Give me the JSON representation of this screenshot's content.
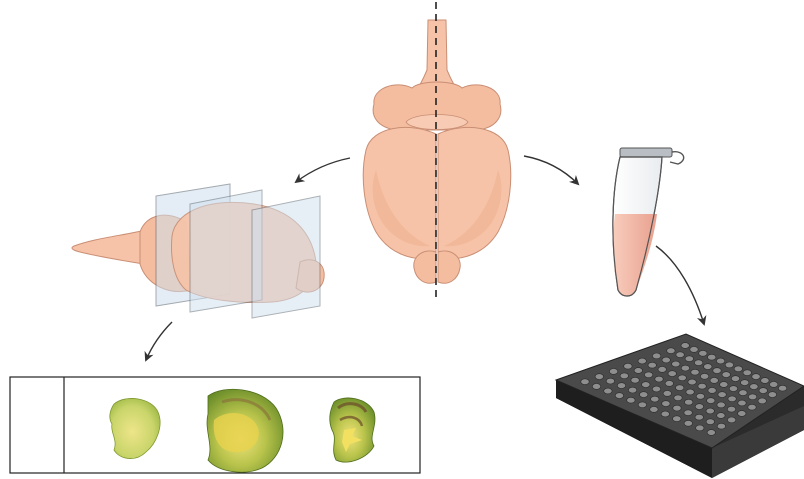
{
  "diagram": {
    "subject": "brain-dissection-workflow",
    "colors": {
      "brain_fill": "#f6c3a8",
      "brain_shade": "#eaa98a",
      "brain_outline": "#c98e74",
      "plane_fill": "#cfe0ee",
      "plane_edge": "#5a6570",
      "cut_line": "#222222",
      "arrow": "#333333",
      "tube_cap": "#b9bec4",
      "tube_liquid": "#f0b7a5",
      "plate_top": "#4a4a4a",
      "plate_well": "#8e8e8e",
      "stain_green": "#8fb83a",
      "stain_yellow": "#e7e37a",
      "stain_dark": "#6b7a32"
    },
    "nodes": [
      {
        "id": "whole-brain-dorsal",
        "icon": "brain-dorsal-icon"
      },
      {
        "id": "brain-sagittal-with-planes",
        "icon": "brain-sections-icon"
      },
      {
        "id": "microscope-slide",
        "icon": "slide-icon",
        "sections": 3
      },
      {
        "id": "microcentrifuge-tube",
        "icon": "tube-icon"
      },
      {
        "id": "well-plate",
        "icon": "96-well-plate-icon",
        "rows": 8,
        "columns": 12
      }
    ],
    "edges": [
      {
        "from": "whole-brain-dorsal",
        "to": "brain-sagittal-with-planes"
      },
      {
        "from": "brain-sagittal-with-planes",
        "to": "microscope-slide"
      },
      {
        "from": "whole-brain-dorsal",
        "to": "microcentrifuge-tube"
      },
      {
        "from": "microcentrifuge-tube",
        "to": "well-plate"
      }
    ]
  }
}
